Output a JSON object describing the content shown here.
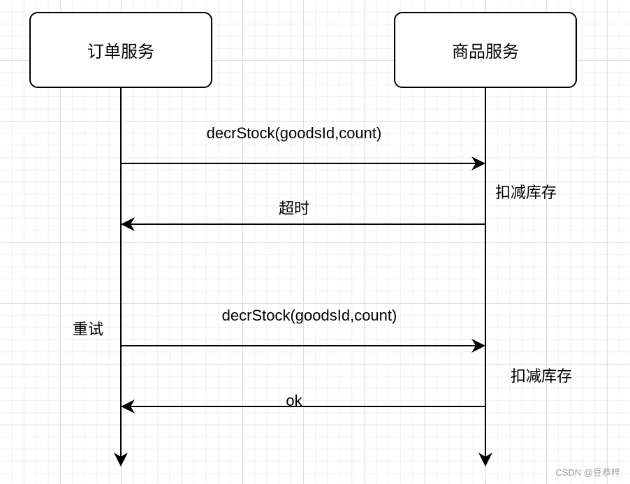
{
  "participants": {
    "left": "订单服务",
    "right": "商品服务"
  },
  "messages": [
    {
      "label": "decrStock(goodsId,count)",
      "direction": "left-to-right"
    },
    {
      "label": "超时",
      "direction": "right-to-left"
    },
    {
      "label": "decrStock(goodsId,count)",
      "direction": "left-to-right"
    },
    {
      "label": "ok",
      "direction": "right-to-left"
    }
  ],
  "notes": {
    "deduct_first": "扣减库存",
    "retry": "重试",
    "deduct_second": "扣减库存"
  },
  "watermark": "CSDN @豆恭梓"
}
